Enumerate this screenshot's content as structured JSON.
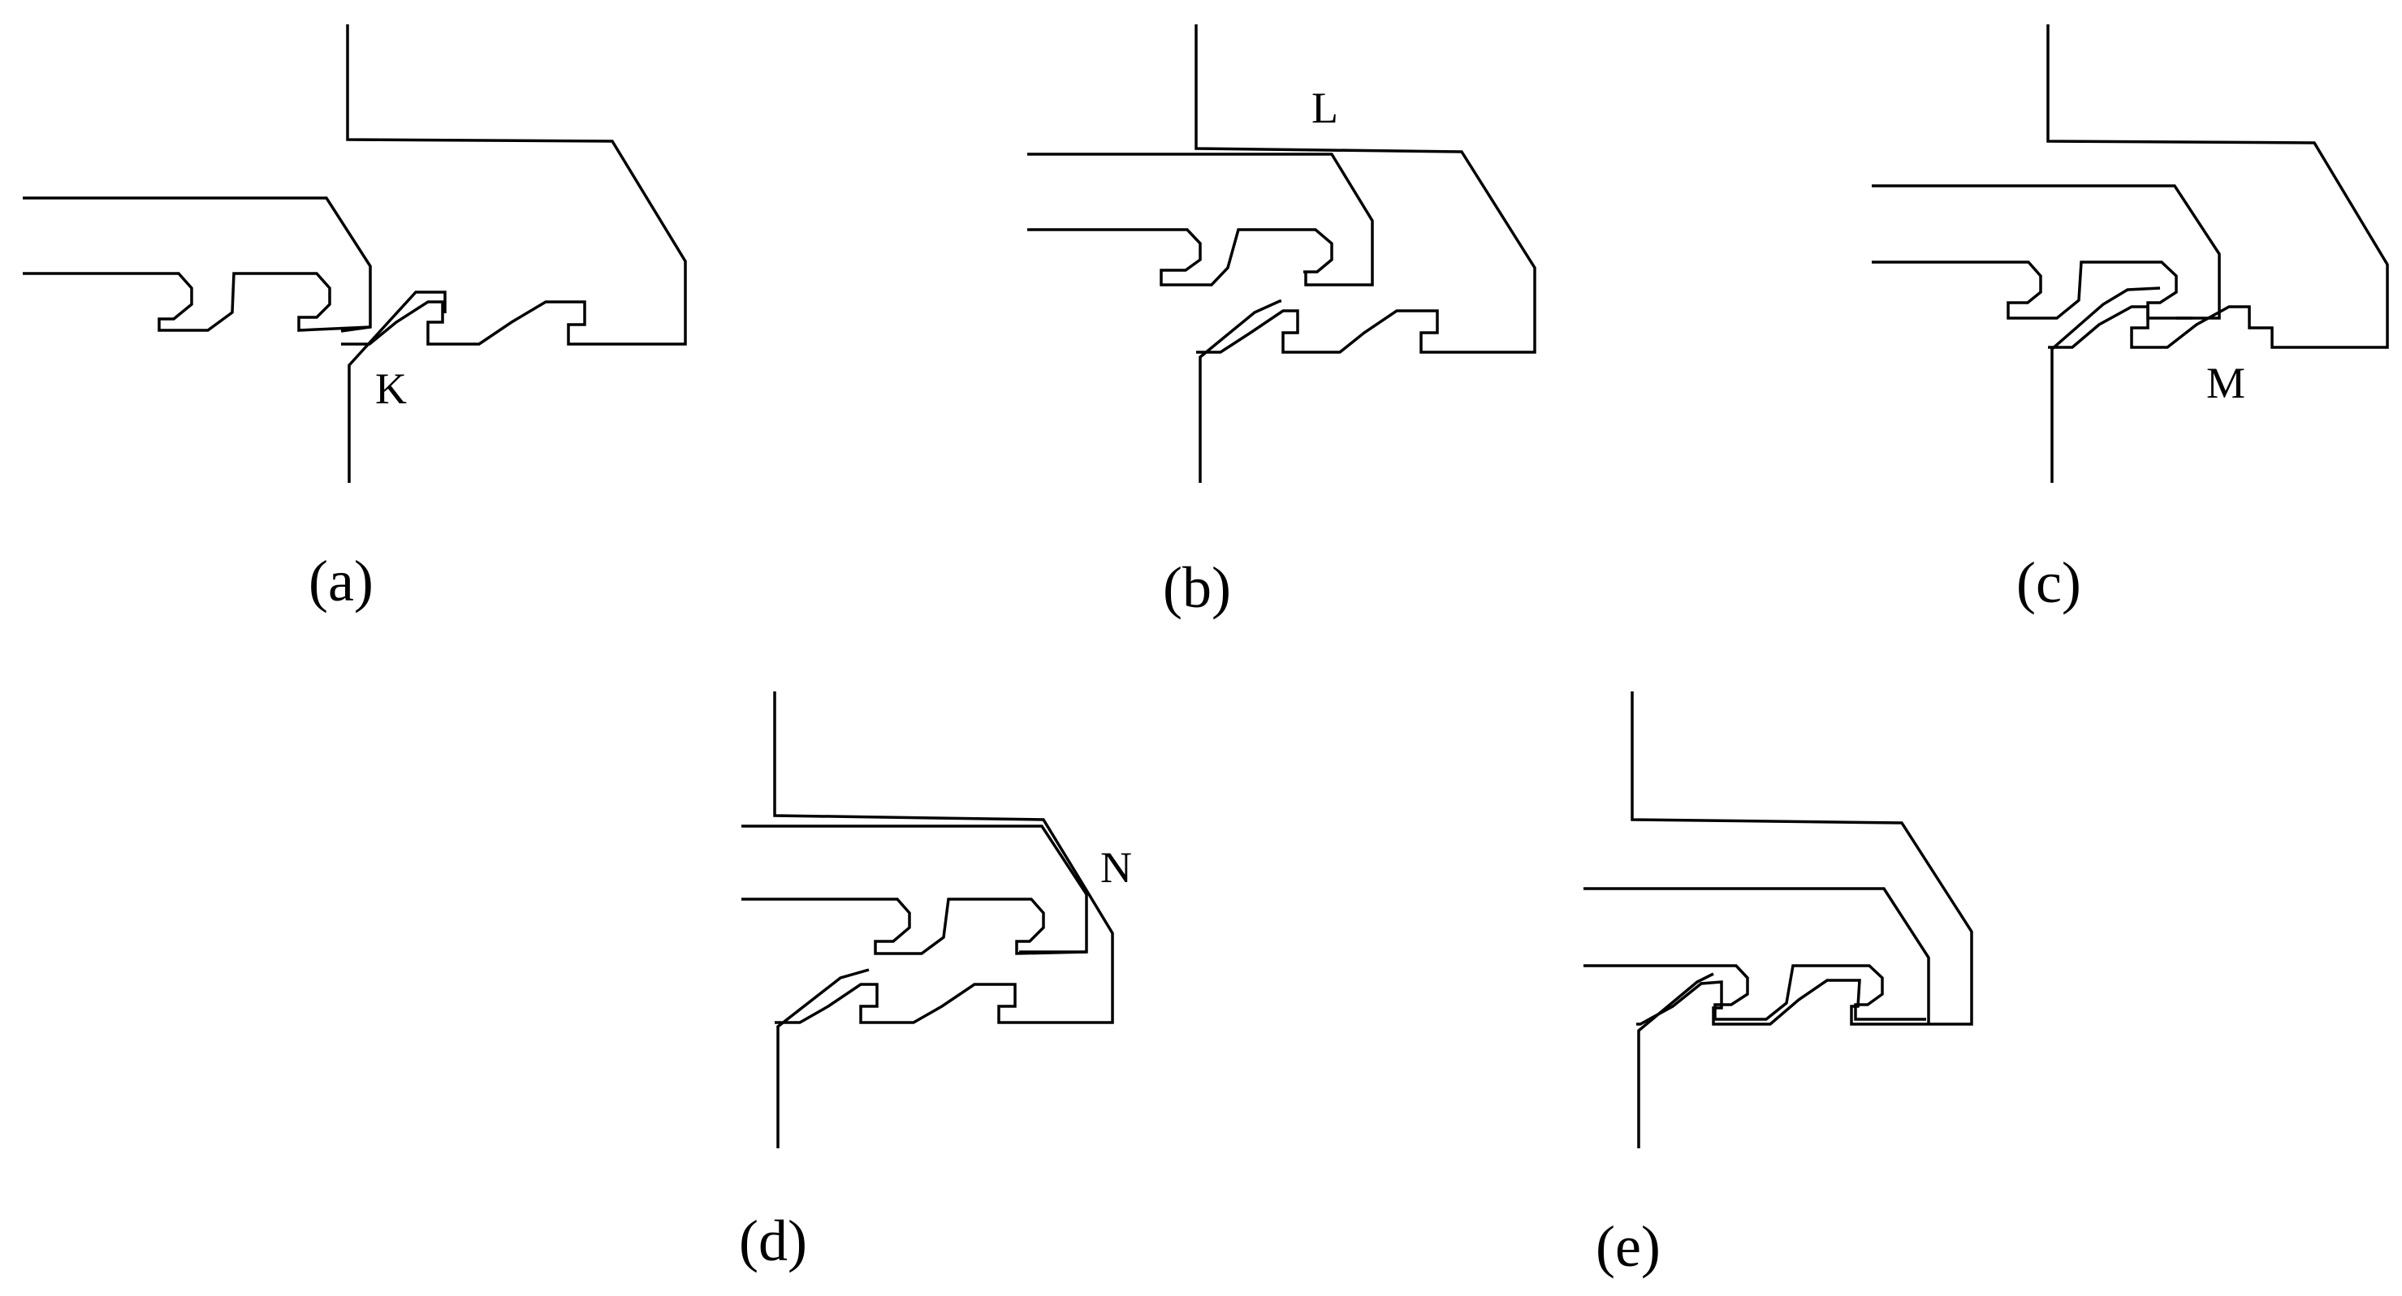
{
  "figure": {
    "panels": [
      {
        "id": "a",
        "caption": "(a)",
        "point_label": "K"
      },
      {
        "id": "b",
        "caption": "(b)",
        "point_label": "L"
      },
      {
        "id": "c",
        "caption": "(c)",
        "point_label": "M"
      },
      {
        "id": "d",
        "caption": "(d)",
        "point_label": "N"
      },
      {
        "id": "e",
        "caption": "(e)",
        "point_label": ""
      }
    ],
    "line_color": "#000000",
    "background_color": "#ffffff"
  }
}
